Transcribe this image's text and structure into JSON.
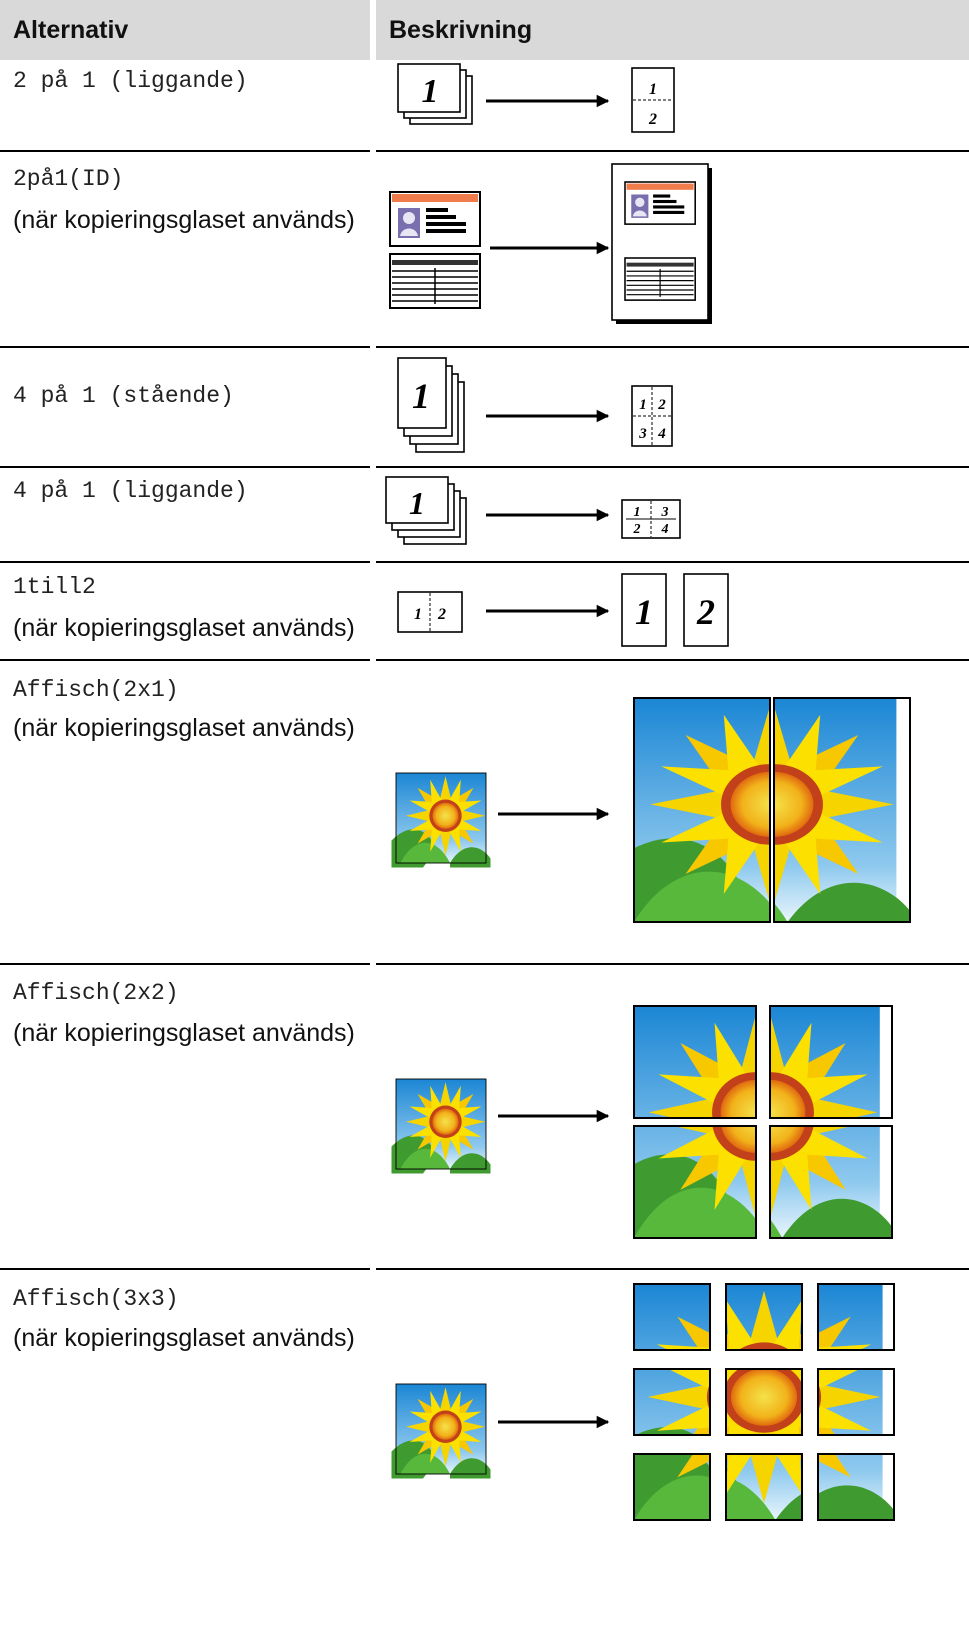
{
  "header": {
    "col_option": "Alternativ",
    "col_description": "Beskrivning"
  },
  "rows": [
    {
      "option": "2 på 1 (liggande)",
      "note": "",
      "figure": "2in1-landscape"
    },
    {
      "option": "2på1(ID)",
      "note": "(när kopieringsglaset används)",
      "figure": "2in1-id"
    },
    {
      "option": "4 på 1 (stående)",
      "note": "",
      "figure": "4in1-portrait"
    },
    {
      "option": "4 på 1 (liggande)",
      "note": "",
      "figure": "4in1-landscape"
    },
    {
      "option": "1till2",
      "note": "(när kopieringsglaset används)",
      "figure": "1to2"
    },
    {
      "option": "Affisch(2x1)",
      "note": "(när kopieringsglaset används)",
      "figure": "poster-2x1"
    },
    {
      "option": "Affisch(2x2)",
      "note": "(när kopieringsglaset används)",
      "figure": "poster-2x2"
    },
    {
      "option": "Affisch(3x3)",
      "note": "(när kopieringsglaset används)",
      "figure": "poster-3x3"
    }
  ],
  "figure_labels": {
    "page1": "1",
    "page2": "2",
    "page3": "3",
    "page4": "4"
  },
  "colors": {
    "header_bg": "#d9d9d9",
    "sky": "#2a8fd6",
    "petal": "#f5d400",
    "leaf": "#3f9a2f",
    "card_stripe": "#f07c4c",
    "avatar": "#7a6fae"
  }
}
